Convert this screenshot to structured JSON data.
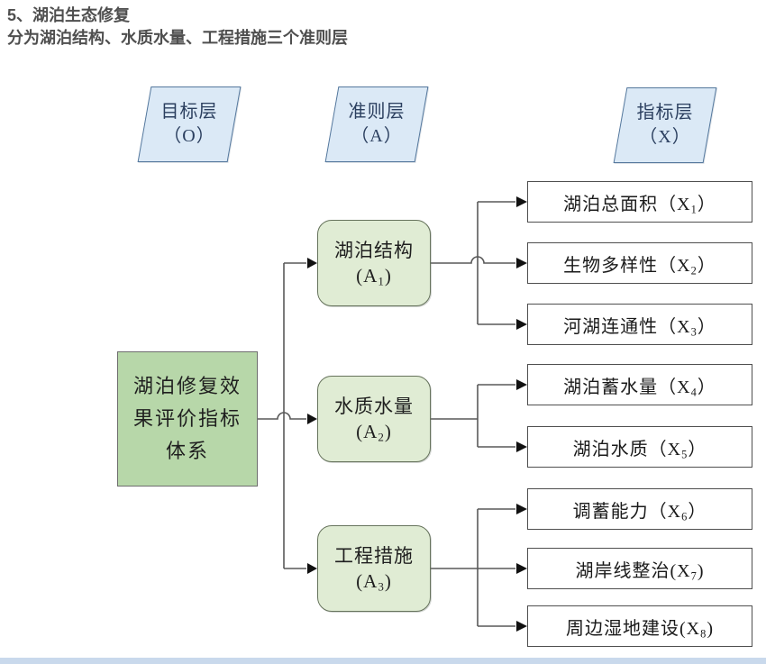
{
  "page": {
    "title": "5、湖泊生态修复",
    "subtitle": "分为湖泊结构、水质水量、工程措施三个准则层"
  },
  "layer_headers": [
    {
      "name": "目标层",
      "code": "（O）"
    },
    {
      "name": "准则层",
      "code": "（A）"
    },
    {
      "name": "指标层",
      "code": "（X）"
    }
  ],
  "goal": {
    "lines": [
      "湖泊修复效",
      "果评价指标",
      "体系"
    ]
  },
  "criteria": [
    {
      "label": "湖泊结构",
      "code_pre": "(A",
      "code_sub": "1",
      "code_post": ")"
    },
    {
      "label": "水质水量",
      "code_pre": "(A",
      "code_sub": "2",
      "code_post": ")"
    },
    {
      "label": "工程措施",
      "code_pre": "(A",
      "code_sub": "3",
      "code_post": ")"
    }
  ],
  "indicators": [
    {
      "pre": "湖泊总面积（X",
      "sub": "1",
      "post": "）"
    },
    {
      "pre": "生物多样性（X",
      "sub": "2",
      "post": "）"
    },
    {
      "pre": "河湖连通性（X",
      "sub": "3",
      "post": "）"
    },
    {
      "pre": "湖泊蓄水量（X",
      "sub": "4",
      "post": "）"
    },
    {
      "pre": "湖泊水质（X",
      "sub": "5",
      "post": "）"
    },
    {
      "pre": "调蓄能力（X",
      "sub": "6",
      "post": "）"
    },
    {
      "pre": "湖岸线整治(X",
      "sub": "7",
      "post": ")"
    },
    {
      "pre": "周边湿地建设(X",
      "sub": "8",
      "post": ")"
    }
  ],
  "edges": [
    {
      "from": "湖泊修复效果评价指标体系",
      "to": [
        "湖泊结构(A1)",
        "水质水量(A2)",
        "工程措施(A3)"
      ]
    },
    {
      "from": "湖泊结构(A1)",
      "to": [
        "湖泊总面积(X1)",
        "生物多样性(X2)",
        "河湖连通性(X3)"
      ]
    },
    {
      "from": "水质水量(A2)",
      "to": [
        "湖泊蓄水量(X4)",
        "湖泊水质(X5)"
      ]
    },
    {
      "from": "工程措施(A3)",
      "to": [
        "调蓄能力(X6)",
        "湖岸线整治(X7)",
        "周边湿地建设(X8)"
      ]
    }
  ],
  "colors": {
    "goal_fill": "#b7d7a9",
    "criteria_fill": "#e0ecd4",
    "indicator_fill": "#ffffff",
    "header_fill": "#dbe9f6",
    "connector": "#595959",
    "title_text": "#4f4f4f",
    "bottom_bar": "#c9d9ec"
  }
}
